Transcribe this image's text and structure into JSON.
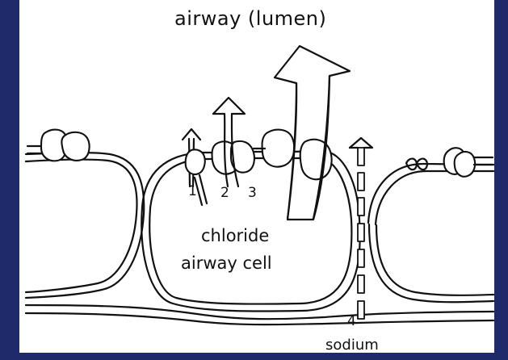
{
  "labels": {
    "airway": "airway (lumen)",
    "chloride": "chloride",
    "airway_cell": "airway cell",
    "sodium": "sodium",
    "route_1": "1",
    "route_2": "2",
    "route_3": "3",
    "route_4": "4"
  },
  "colors": {
    "background": "#1f2a6b",
    "paper": "#ffffff",
    "ink": "#111111"
  }
}
